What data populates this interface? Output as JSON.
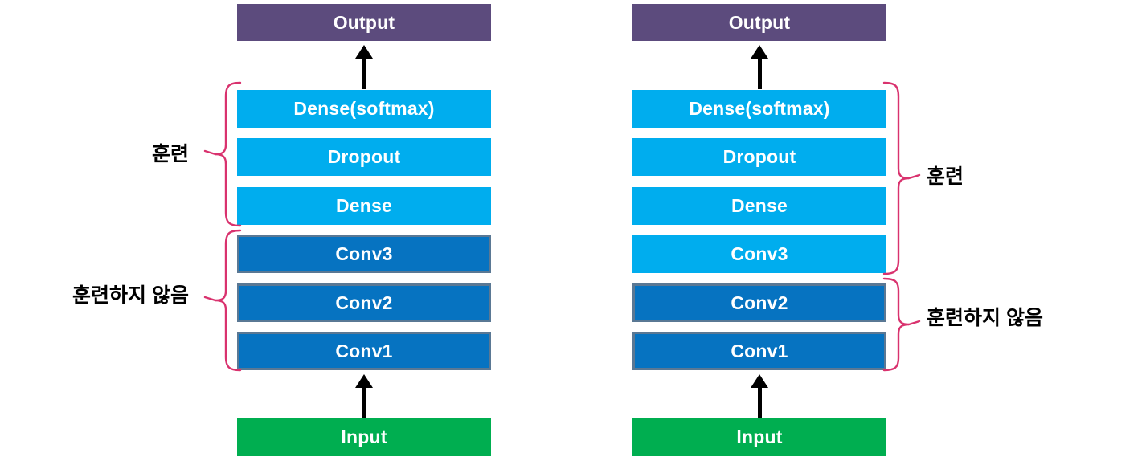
{
  "meta": {
    "title": "Transfer learning fine-tuning comparison diagram",
    "background_color": "#ffffff"
  },
  "palette": {
    "output_purple": "#5C4B7D",
    "trainable_light_blue": "#00ADEE",
    "frozen_dark_blue": "#0673C1",
    "frozen_border_gray": "#5A7894",
    "input_green": "#00AE50",
    "brace_pink": "#D9326E",
    "arrow_black": "#000000",
    "box_text_white": "#FFFFFF",
    "label_text_black": "#000000"
  },
  "diagrams": [
    {
      "id": "left",
      "layers": [
        {
          "name": "output",
          "label": "Output",
          "state": "output"
        },
        {
          "name": "dense-softmax",
          "label": "Dense(softmax)",
          "state": "trainable"
        },
        {
          "name": "dropout",
          "label": "Dropout",
          "state": "trainable"
        },
        {
          "name": "dense",
          "label": "Dense",
          "state": "trainable"
        },
        {
          "name": "conv3",
          "label": "Conv3",
          "state": "frozen"
        },
        {
          "name": "conv2",
          "label": "Conv2",
          "state": "frozen"
        },
        {
          "name": "conv1",
          "label": "Conv1",
          "state": "frozen"
        },
        {
          "name": "input",
          "label": "Input",
          "state": "input"
        }
      ],
      "groups": [
        {
          "name": "train-group",
          "label": "훈련",
          "side": "left",
          "covers": [
            "Dense(softmax)",
            "Dropout",
            "Dense"
          ]
        },
        {
          "name": "frozen-group",
          "label": "훈련하지 않음",
          "side": "left",
          "covers": [
            "Conv3",
            "Conv2",
            "Conv1"
          ]
        }
      ],
      "arrows": [
        {
          "name": "arrow-dense-to-output",
          "from": "Dense(softmax)",
          "to": "Output"
        },
        {
          "name": "arrow-input-to-conv1",
          "from": "Input",
          "to": "Conv1"
        }
      ]
    },
    {
      "id": "right",
      "layers": [
        {
          "name": "output",
          "label": "Output",
          "state": "output"
        },
        {
          "name": "dense-softmax",
          "label": "Dense(softmax)",
          "state": "trainable"
        },
        {
          "name": "dropout",
          "label": "Dropout",
          "state": "trainable"
        },
        {
          "name": "dense",
          "label": "Dense",
          "state": "trainable"
        },
        {
          "name": "conv3",
          "label": "Conv3",
          "state": "trainable"
        },
        {
          "name": "conv2",
          "label": "Conv2",
          "state": "frozen"
        },
        {
          "name": "conv1",
          "label": "Conv1",
          "state": "frozen"
        },
        {
          "name": "input",
          "label": "Input",
          "state": "input"
        }
      ],
      "groups": [
        {
          "name": "train-group",
          "label": "훈련",
          "side": "right",
          "covers": [
            "Dense(softmax)",
            "Dropout",
            "Dense",
            "Conv3"
          ]
        },
        {
          "name": "frozen-group",
          "label": "훈련하지 않음",
          "side": "right",
          "covers": [
            "Conv2",
            "Conv1"
          ]
        }
      ],
      "arrows": [
        {
          "name": "arrow-dense-to-output",
          "from": "Dense(softmax)",
          "to": "Output"
        },
        {
          "name": "arrow-input-to-conv1",
          "from": "Input",
          "to": "Conv1"
        }
      ]
    }
  ]
}
